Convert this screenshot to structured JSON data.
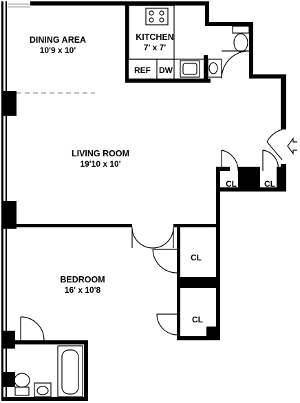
{
  "rooms": {
    "dining": {
      "name": "DINING AREA",
      "dimensions": "10'9 x 10'"
    },
    "kitchen": {
      "name": "KITCHEN",
      "dimensions": "7' x 7'"
    },
    "living": {
      "name": "LIVING ROOM",
      "dimensions": "19'10 x 10'"
    },
    "bedroom": {
      "name": "BEDROOM",
      "dimensions": "16' x 10'8"
    }
  },
  "fixtures": {
    "ref": "REF",
    "dw": "DW"
  },
  "closets": {
    "entry_left": "CL",
    "entry_right": "CL",
    "bedroom_upper": "CL",
    "bedroom_lower": "CL"
  },
  "icons": [
    "entry-arrow-icon",
    "stove-icon",
    "sink-icon",
    "toilet-icon",
    "bathtub-icon"
  ]
}
